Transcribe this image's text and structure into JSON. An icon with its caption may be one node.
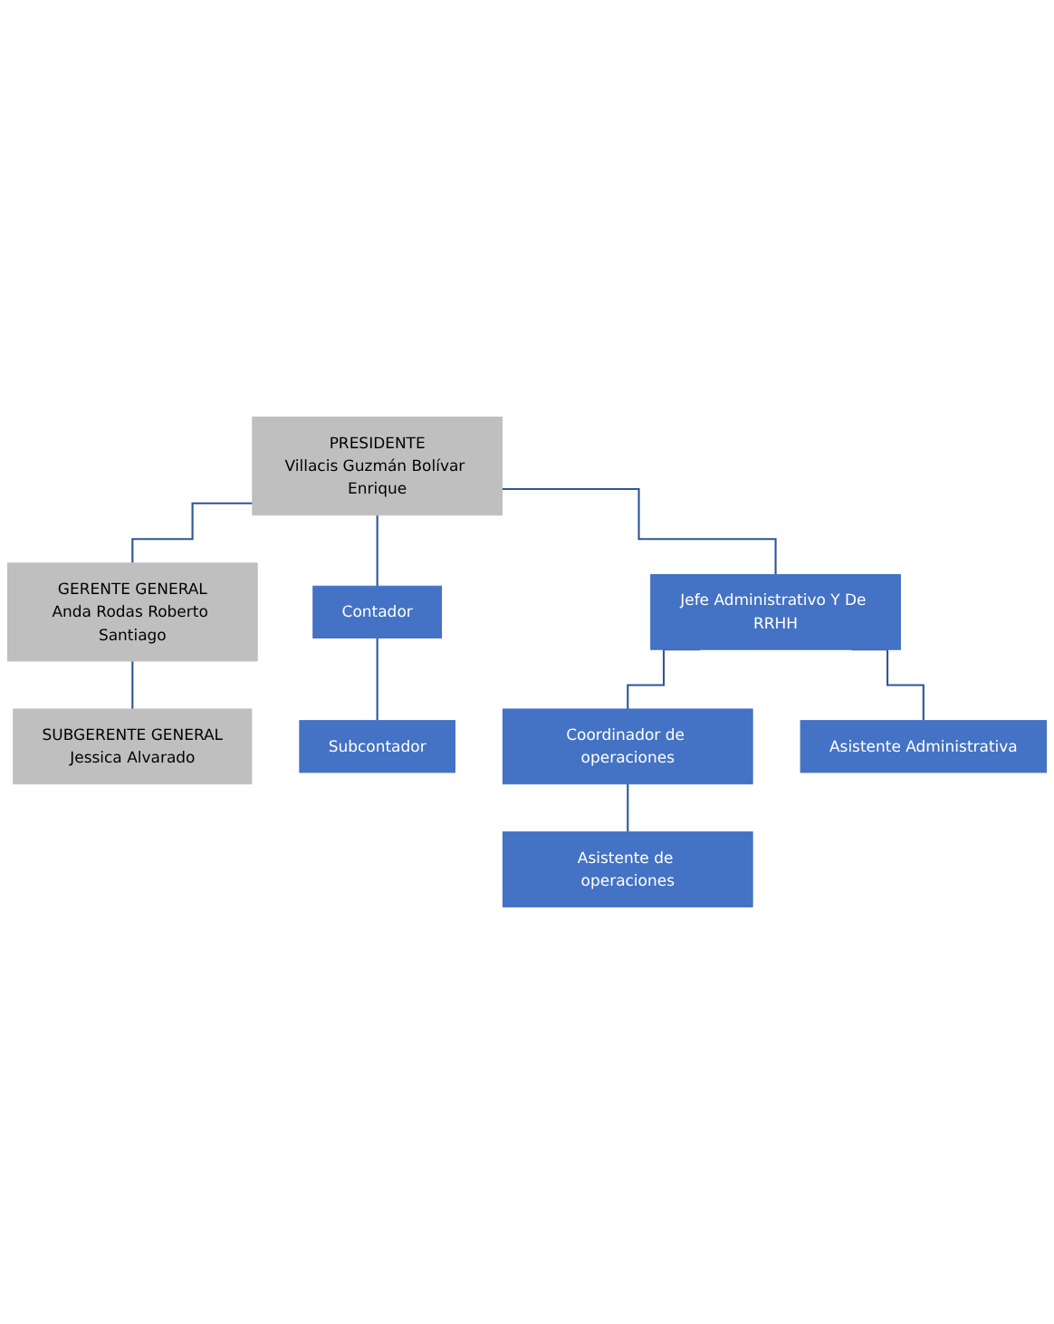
{
  "diagram": {
    "nodes": [
      {
        "text": [
          "PRESIDENTE",
          "Villacis Guzmán Bolívar Enrique"
        ]
      },
      {
        "text": [
          "GERENTE GENERAL",
          "Anda Rodas Roberto Santiago"
        ]
      },
      {
        "text": [
          "SUBGERENTE GENERAL",
          "Jessica Alvarado"
        ]
      },
      {
        "text": [
          "Jefe Administrativo Y De RRHH"
        ]
      },
      {
        "text": [
          "Contador"
        ]
      },
      {
        "text": [
          "Subcontador"
        ]
      },
      {
        "text": [
          "Coordinador de operaciones"
        ]
      },
      {
        "text": [
          "Asistente de operaciones"
        ]
      },
      {
        "text": [
          "Asistente Administrativa"
        ]
      }
    ],
    "edges": [
      {
        "from": 0,
        "to": 1,
        "arrow": "none"
      },
      {
        "from": 1,
        "to": 2,
        "arrow": "none"
      },
      {
        "from": 0,
        "to": 3,
        "arrow": "none"
      },
      {
        "from": 0,
        "to": 4,
        "arrow": "none"
      },
      {
        "from": 4,
        "to": 5,
        "arrow": "none"
      },
      {
        "from": 3,
        "to": 6,
        "arrow": "none"
      },
      {
        "from": 6,
        "to": 7,
        "arrow": "none"
      },
      {
        "from": 3,
        "to": 8,
        "arrow": "none"
      }
    ]
  }
}
